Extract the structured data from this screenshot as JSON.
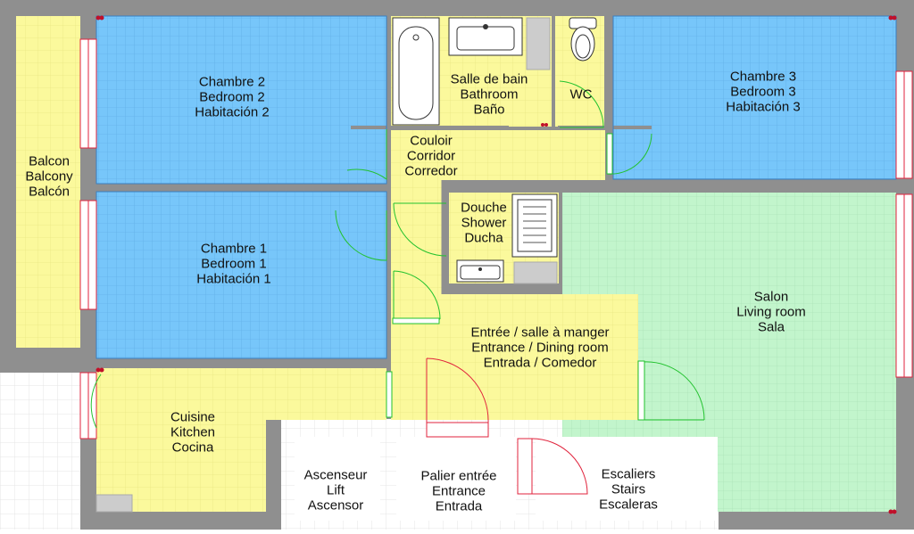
{
  "colors": {
    "wall": "#8f8f8f",
    "outside_grid": "#e4e4e4",
    "bedroom": "#77c6fa",
    "bedroom_grid": "#5aa8e0",
    "living": "#c2f5cc",
    "living_grid": "#a4dcb0",
    "service": "#fbf99c",
    "service_grid": "#e2de78",
    "common": "#ffffff",
    "door_green": "#22c22e",
    "door_red": "#e0233c",
    "window_pink": "#f39aae",
    "fixture": "#ffffff"
  },
  "rooms": {
    "balcony": {
      "fr": "Balcon",
      "en": "Balcony",
      "es": "Balcón"
    },
    "bedroom2": {
      "fr": "Chambre 2",
      "en": "Bedroom 2",
      "es": "Habitación 2"
    },
    "bathroom": {
      "fr": "Salle de bain",
      "en": "Bathroom",
      "es": "Baño"
    },
    "wc": {
      "fr": "WC"
    },
    "bedroom3": {
      "fr": "Chambre 3",
      "en": "Bedroom 3",
      "es": "Habitación 3"
    },
    "corridor": {
      "fr": "Couloir",
      "en": "Corridor",
      "es": "Corredor"
    },
    "shower": {
      "fr": "Douche",
      "en": "Shower",
      "es": "Ducha"
    },
    "bedroom1": {
      "fr": "Chambre 1",
      "en": "Bedroom 1",
      "es": "Habitación 1"
    },
    "living": {
      "fr": "Salon",
      "en": "Living room",
      "es": "Sala"
    },
    "entrance": {
      "fr": "Entrée / salle à manger",
      "en": "Entrance / Dining room",
      "es": "Entrada / Comedor"
    },
    "kitchen": {
      "fr": "Cuisine",
      "en": "Kitchen",
      "es": "Cocina"
    },
    "lift": {
      "fr": "Ascenseur",
      "en": "Lift",
      "es": "Ascensor"
    },
    "landing": {
      "fr": "Palier entrée",
      "en": "Entrance",
      "es": "Entrada"
    },
    "stairs": {
      "fr": "Escaliers",
      "en": "Stairs",
      "es": "Escaleras"
    }
  }
}
